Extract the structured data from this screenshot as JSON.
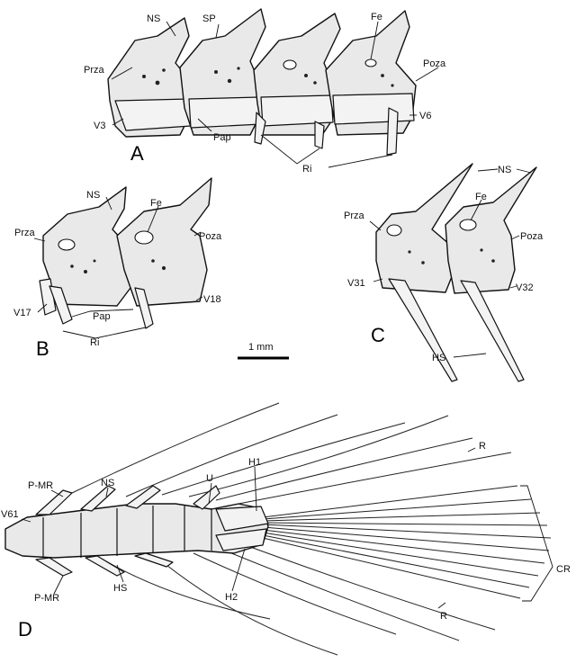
{
  "panels": {
    "A": {
      "letter": "A",
      "labels": {
        "ns": "NS",
        "sp": "SP",
        "fe": "Fe",
        "prza": "Prza",
        "poza": "Poza",
        "v3": "V3",
        "v6": "V6",
        "pap": "Pap",
        "ri": "Ri"
      }
    },
    "B": {
      "letter": "B",
      "labels": {
        "ns": "NS",
        "fe": "Fe",
        "prza": "Prza",
        "poza": "Poza",
        "v17": "V17",
        "v18": "V18",
        "pap": "Pap",
        "ri": "Ri"
      }
    },
    "C": {
      "letter": "C",
      "labels": {
        "ns": "NS",
        "fe": "Fe",
        "prza": "Prza",
        "poza": "Poza",
        "v31": "V31",
        "v32": "V32",
        "hs": "HS"
      }
    },
    "D": {
      "letter": "D",
      "labels": {
        "p_mr_top": "P-MR",
        "v61": "V61",
        "ns": "NS",
        "u": "U",
        "h1": "H1",
        "r_top": "R",
        "cr": "CR",
        "p_mr_bottom": "P-MR",
        "hs": "HS",
        "h2": "H2",
        "r_bottom": "R"
      }
    }
  },
  "scale_bar": {
    "label": "1 mm"
  }
}
